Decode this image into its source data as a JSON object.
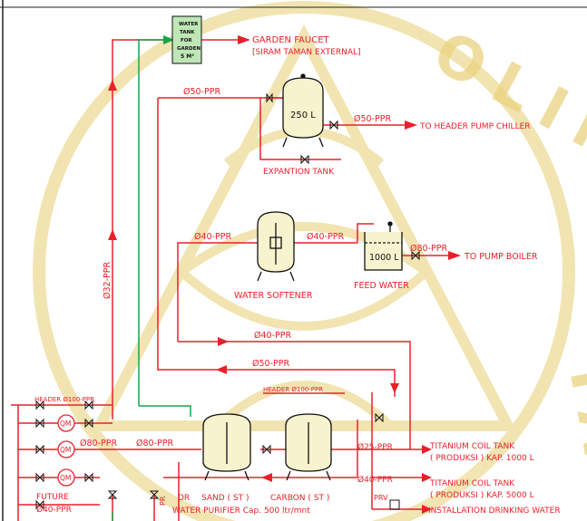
{
  "colors": {
    "pipe": "#e8202a",
    "green_line": "#19a34a",
    "tank": "#111111",
    "tank_fill": "#f7f3cf",
    "watermark": "#efe0a4",
    "watermark_text": "#e9d27e",
    "gold_text": "#c79a1f",
    "box_fill": "#bfe7b6"
  },
  "watermark": {
    "letters_top": "OLIK",
    "letters_right": "TA"
  },
  "garden_tank": {
    "line1": "WATER",
    "line2": "TANK",
    "line3": "FOR",
    "line4": "GARDEN",
    "line5": "5 M³"
  },
  "labels": {
    "garden_faucet": "GARDEN FAUCET",
    "garden_faucet_sub": "[SIRAM TAMAN EXTERNAL]",
    "pipe_50_top": "Ø50-PPR",
    "tank_250": "250 L",
    "pipe_50_right": "Ø50-PPR",
    "to_chiller": "TO HEADER PUMP CHILLER",
    "expansion_tank": "EXPANTION TANK",
    "pipe_40_left": "Ø40-PPR",
    "pipe_40_mid": "Ø40-PPR",
    "tank_1000": "1000 L",
    "pipe_80_boiler": "Ø80-PPR",
    "to_boiler": "TO PUMP BOILER",
    "feed_water": "FEED WATER",
    "water_softener": "WATER SOFTENER",
    "pipe_32_vertical": "Ø32-PPR",
    "pipe_40_long": "Ø40-PPR",
    "pipe_50_long": "Ø50-PPR",
    "header_100_left": "HEADER Ø100-PPR",
    "header_100_mid": "HEADER Ø100-PPR",
    "qm": "QM",
    "pipe_80_left": "Ø80-PPR",
    "pipe_80_mid": "Ø80-PPR",
    "pipe_25": "Ø25-PPR",
    "titanium_1000_a": "TITANIUM COIL TANK",
    "titanium_1000_b": "( PRODUKSI ) KAP. 1000 L",
    "pipe_40_lower": "Ø40-PPR",
    "titanium_5000_a": "TITANIUM COIL TANK",
    "titanium_5000_b": "( PRODUKSI ) KAP. 5000 L",
    "prv": "PRV",
    "installation": "INSTALLATION DRINKING WATER",
    "future": "FUTURE",
    "pipe_40_future": "Ø40-PPR",
    "dr": "DR",
    "sand": "SAND ( ST )",
    "carbon": "CARBON ( ST )",
    "purifier": "WATER PURIFIER Cap. 500 ltr/mnt",
    "pr_fragment": "PR"
  }
}
